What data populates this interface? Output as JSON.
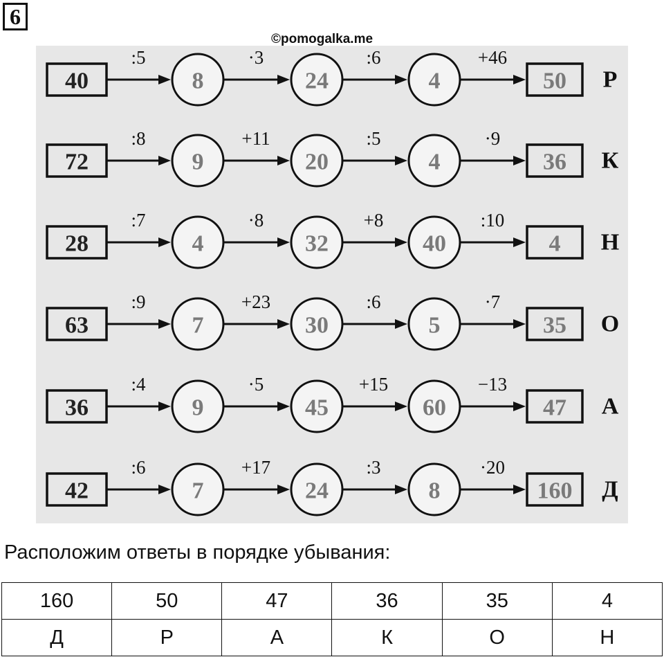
{
  "task_number": "6",
  "watermark": "©pomogalka.me",
  "chains": [
    {
      "start": "40",
      "ops": [
        ":5",
        "·3",
        ":6",
        "+46"
      ],
      "values": [
        "8",
        "24",
        "4"
      ],
      "result": "50",
      "letter": "Р"
    },
    {
      "start": "72",
      "ops": [
        ":8",
        "+11",
        ":5",
        "·9"
      ],
      "values": [
        "9",
        "20",
        "4"
      ],
      "result": "36",
      "letter": "К"
    },
    {
      "start": "28",
      "ops": [
        ":7",
        "·8",
        "+8",
        ":10"
      ],
      "values": [
        "4",
        "32",
        "40"
      ],
      "result": "4",
      "letter": "Н"
    },
    {
      "start": "63",
      "ops": [
        ":9",
        "+23",
        ":6",
        "·7"
      ],
      "values": [
        "7",
        "30",
        "5"
      ],
      "result": "35",
      "letter": "О"
    },
    {
      "start": "36",
      "ops": [
        ":4",
        "·5",
        "+15",
        "−13"
      ],
      "values": [
        "9",
        "45",
        "60"
      ],
      "result": "47",
      "letter": "А"
    },
    {
      "start": "42",
      "ops": [
        ":6",
        "+17",
        ":3",
        "·20"
      ],
      "values": [
        "7",
        "24",
        "8"
      ],
      "result": "160",
      "letter": "Д"
    }
  ],
  "subheading": "Расположим ответы в порядке убывания:",
  "answer_table": {
    "numbers": [
      "160",
      "50",
      "47",
      "36",
      "35",
      "4"
    ],
    "letters": [
      "Д",
      "Р",
      "А",
      "К",
      "О",
      "Н"
    ]
  }
}
